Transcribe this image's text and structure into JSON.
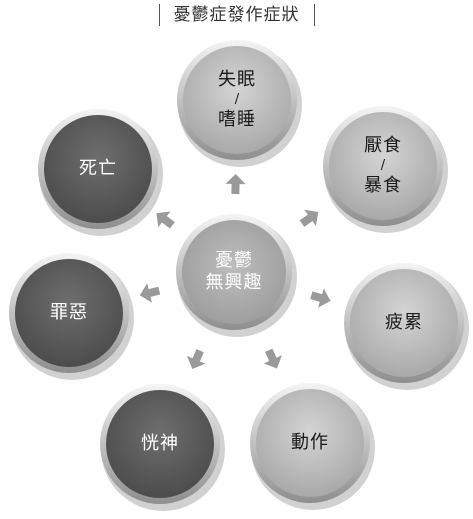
{
  "title": "憂鬱症發作症狀",
  "center": {
    "line1": "憂鬱",
    "line2": "無興趣"
  },
  "nodes": [
    {
      "id": "insomnia",
      "line1": "失眠",
      "slash": "/",
      "line2": "嗜睡"
    },
    {
      "id": "appetite",
      "line1": "厭食",
      "slash": "/",
      "line2": "暴食"
    },
    {
      "id": "fatigue",
      "line1": "疲累"
    },
    {
      "id": "movement",
      "line1": "動作"
    },
    {
      "id": "distraction",
      "line1": "恍神"
    },
    {
      "id": "guilt",
      "line1": "罪惡"
    },
    {
      "id": "death",
      "line1": "死亡"
    }
  ],
  "colors": {
    "light_circle": "#b8b8b8",
    "dark_circle": "#5f5f5f",
    "center_circle": "#a9a9a9",
    "arrow": "#9a9a9a",
    "light_text": "#1a1a1a",
    "dark_text": "#ffffff"
  }
}
